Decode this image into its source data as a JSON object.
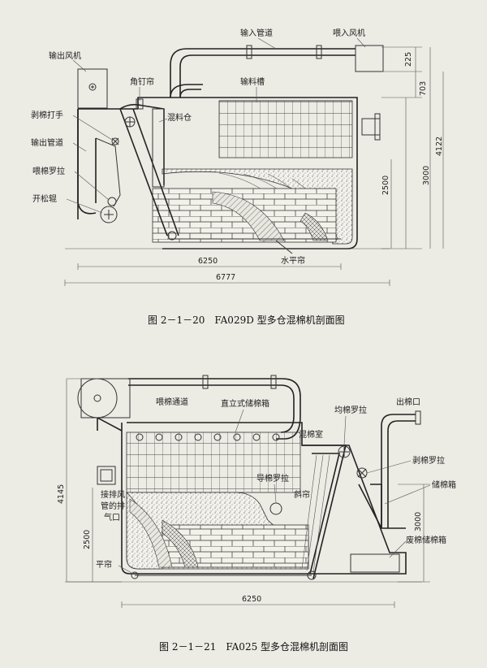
{
  "figure1": {
    "caption": "图 2－1－20　FA029D 型多仓混棉机剖面图",
    "labels": {
      "input_pipe": "输入管道",
      "feed_fan": "喂入风机",
      "output_fan": "输出风机",
      "spiked_lattice": "角钉帘",
      "feed_trough": "输料槽",
      "mixing_bin": "混料仓",
      "stripper": "剥棉打手",
      "output_pipe": "输出管道",
      "feed_roller": "喂棉罗拉",
      "opening_roller": "开松辊",
      "horizontal_lattice": "水平帘"
    },
    "dims": {
      "d225": "225",
      "d703": "703",
      "d4122": "4122",
      "d3000": "3000",
      "d2500": "2500",
      "d6250": "6250",
      "d6777": "6777"
    }
  },
  "figure2": {
    "caption": "图 2－1－21　FA025 型多仓混棉机剖面图",
    "labels": {
      "feed_channel": "喂棉通道",
      "vertical_box": "直立式储棉箱",
      "outlet": "出棉口",
      "even_roller": "均棉罗拉",
      "mixing_chamber": "混棉室",
      "strip_roller": "剥棉罗拉",
      "guide_roller": "导棉罗拉",
      "inclined_lattice": "斜帘",
      "storage_box": "储棉箱",
      "exhaust_line1": "接排风",
      "exhaust_line2": "管的排",
      "exhaust_line3": "气口",
      "flat_lattice": "平帘",
      "waste_box": "废棉储棉箱"
    },
    "dims": {
      "d4145": "4145",
      "d2500": "2500",
      "d3000": "3000",
      "d6250": "6250"
    }
  },
  "colors": {
    "paper": "#ecebe4",
    "ink": "#222222"
  }
}
